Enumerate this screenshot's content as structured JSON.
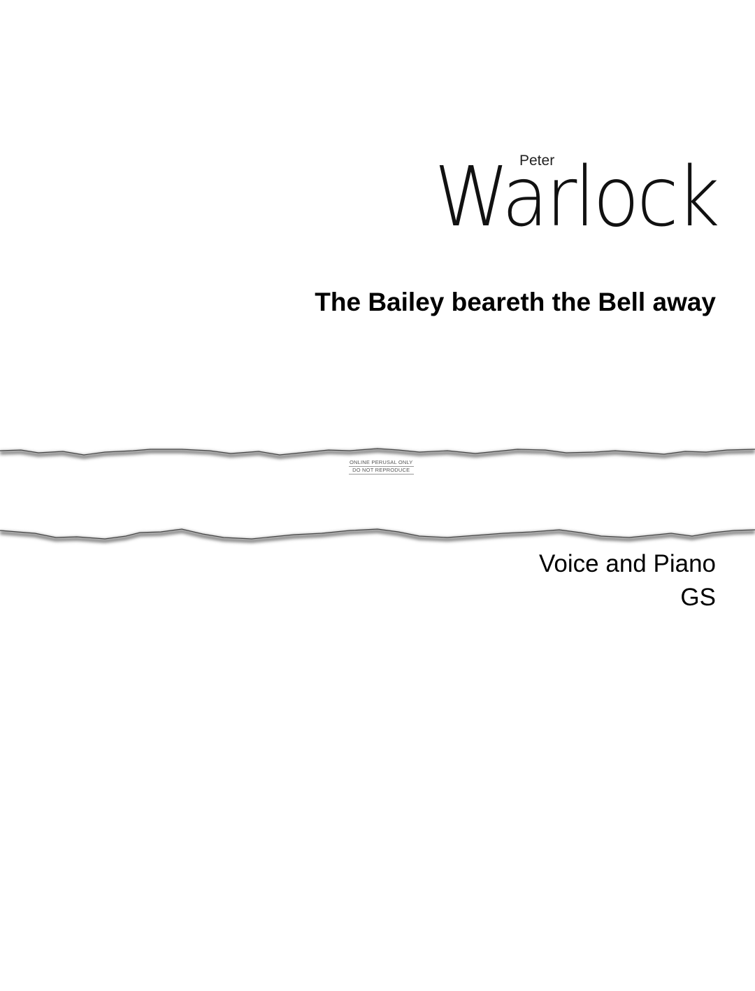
{
  "composer": {
    "first_name": "Peter",
    "surname": "Warlock"
  },
  "title": "The Bailey beareth the Bell away",
  "watermark": {
    "line1": "ONLINE PERUSAL ONLY",
    "line2": "DO NOT REPRODUCE"
  },
  "scoring": "Voice and Piano",
  "edition": "GS"
}
